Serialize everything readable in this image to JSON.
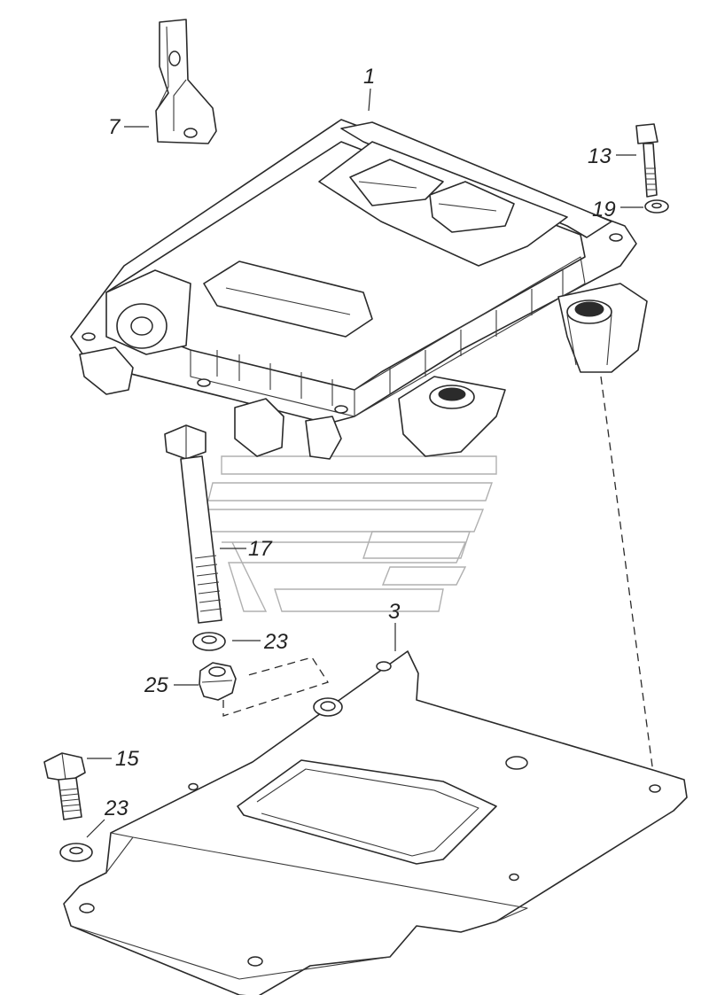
{
  "callouts": {
    "c1": "1",
    "c3": "3",
    "c7": "7",
    "c13": "13",
    "c15": "15",
    "c17": "17",
    "c19": "19",
    "c23a": "23",
    "c23b": "23",
    "c25": "25"
  }
}
